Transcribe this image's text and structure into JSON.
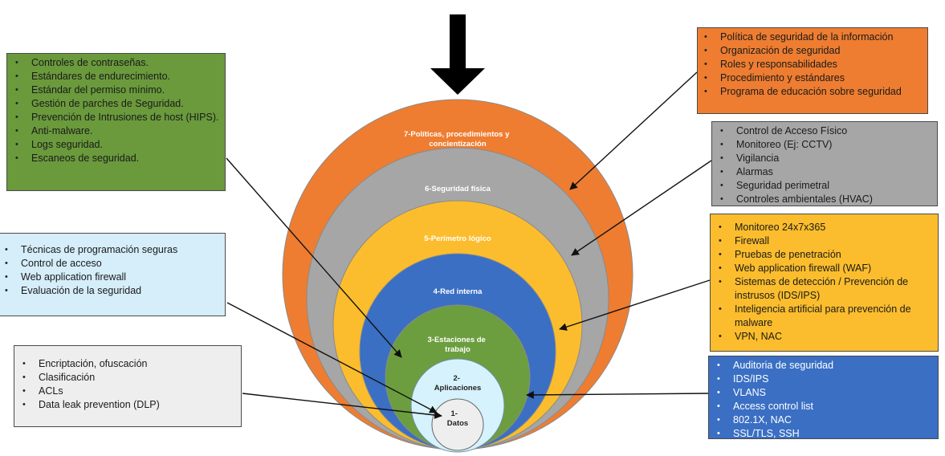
{
  "layers": {
    "l7": "7-Políticas, procedimientos y concientización",
    "l6": "6-Seguridad física",
    "l5": "5-Perímetro lógico",
    "l4": "4-Red interna",
    "l3": "3-Estaciones de trabajo",
    "l2": "2-Aplicaciones",
    "l1": "1-Datos"
  },
  "colors": {
    "policies": "#ee7d31",
    "physical": "#a6a6a6",
    "perimeter": "#fbbd2d",
    "internal": "#3a6fc3",
    "workstations": "#6c9e3f",
    "applications": "#d6f2fc",
    "data": "#eeeeee"
  },
  "boxes": {
    "hosts": [
      "Controles de contraseñas.",
      "Estándares de endurecimiento.",
      "Estándar del permiso mínimo.",
      "Gestión de parches de Seguridad.",
      "Prevención de Intrusiones de host (HIPS).",
      "Anti-malware.",
      "Logs seguridad.",
      "Escaneos de seguridad."
    ],
    "apps": [
      "Técnicas de programación seguras",
      "Control de acceso",
      "Web application firewall",
      "Evaluación de la seguridad"
    ],
    "data": [
      "Encriptación, ofuscación",
      "Clasificación",
      "ACLs",
      "Data leak prevention (DLP)"
    ],
    "policies": [
      "Política de seguridad de la información",
      "Organización de seguridad",
      "Roles y responsabilidades",
      "Procedimiento y estándares",
      "Programa de educación sobre seguridad"
    ],
    "physical": [
      "Control de Acceso Físico",
      "Monitoreo (Ej: CCTV)",
      "Vigilancia",
      "Alarmas",
      "Seguridad perimetral",
      "Controles ambientales (HVAC)"
    ],
    "perimeter": [
      "Monitoreo 24x7x365",
      "Firewall",
      "Pruebas de penetración",
      "Web application firewall (WAF)",
      "Sistemas de detección  / Prevención de instrusos (IDS/IPS)",
      "Inteligencia artificial para prevención de malware",
      "VPN, NAC"
    ],
    "internal": [
      "Auditoria de seguridad",
      "IDS/IPS",
      "VLANS",
      "Access control list",
      "802.1X, NAC",
      "SSL/TLS, SSH"
    ]
  }
}
